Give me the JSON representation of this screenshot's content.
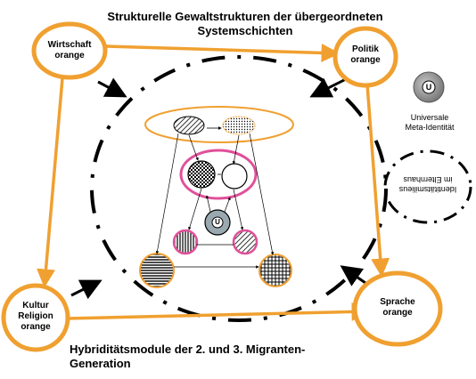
{
  "title": {
    "line1": "Strukturelle Gewaltstrukturen der übergeordneten",
    "line2": "Systemschichten"
  },
  "bottom_title": {
    "line1": "Hybriditätsmodule der 2. und 3. Migranten-",
    "line2": "Generation"
  },
  "nodes": {
    "wirtschaft": {
      "line1": "Wirtschaft",
      "line2": "orange"
    },
    "politik": {
      "line1": "Politik",
      "line2": "orange"
    },
    "kultur": {
      "line1": "Kultur",
      "line2": "Religion",
      "line3": "orange"
    },
    "sprache": {
      "line1": "Sprache",
      "line2": "orange"
    }
  },
  "meta": {
    "symbol": "U",
    "line1": "Universale",
    "line2": "Meta-Identität"
  },
  "identity_milieus": {
    "line1": "Identitätsmilieus",
    "line2": "im Elternhaus"
  },
  "inner_symbol": "U",
  "colors": {
    "orange": "#f0a030",
    "pink": "#e0509a",
    "black": "#000000"
  }
}
